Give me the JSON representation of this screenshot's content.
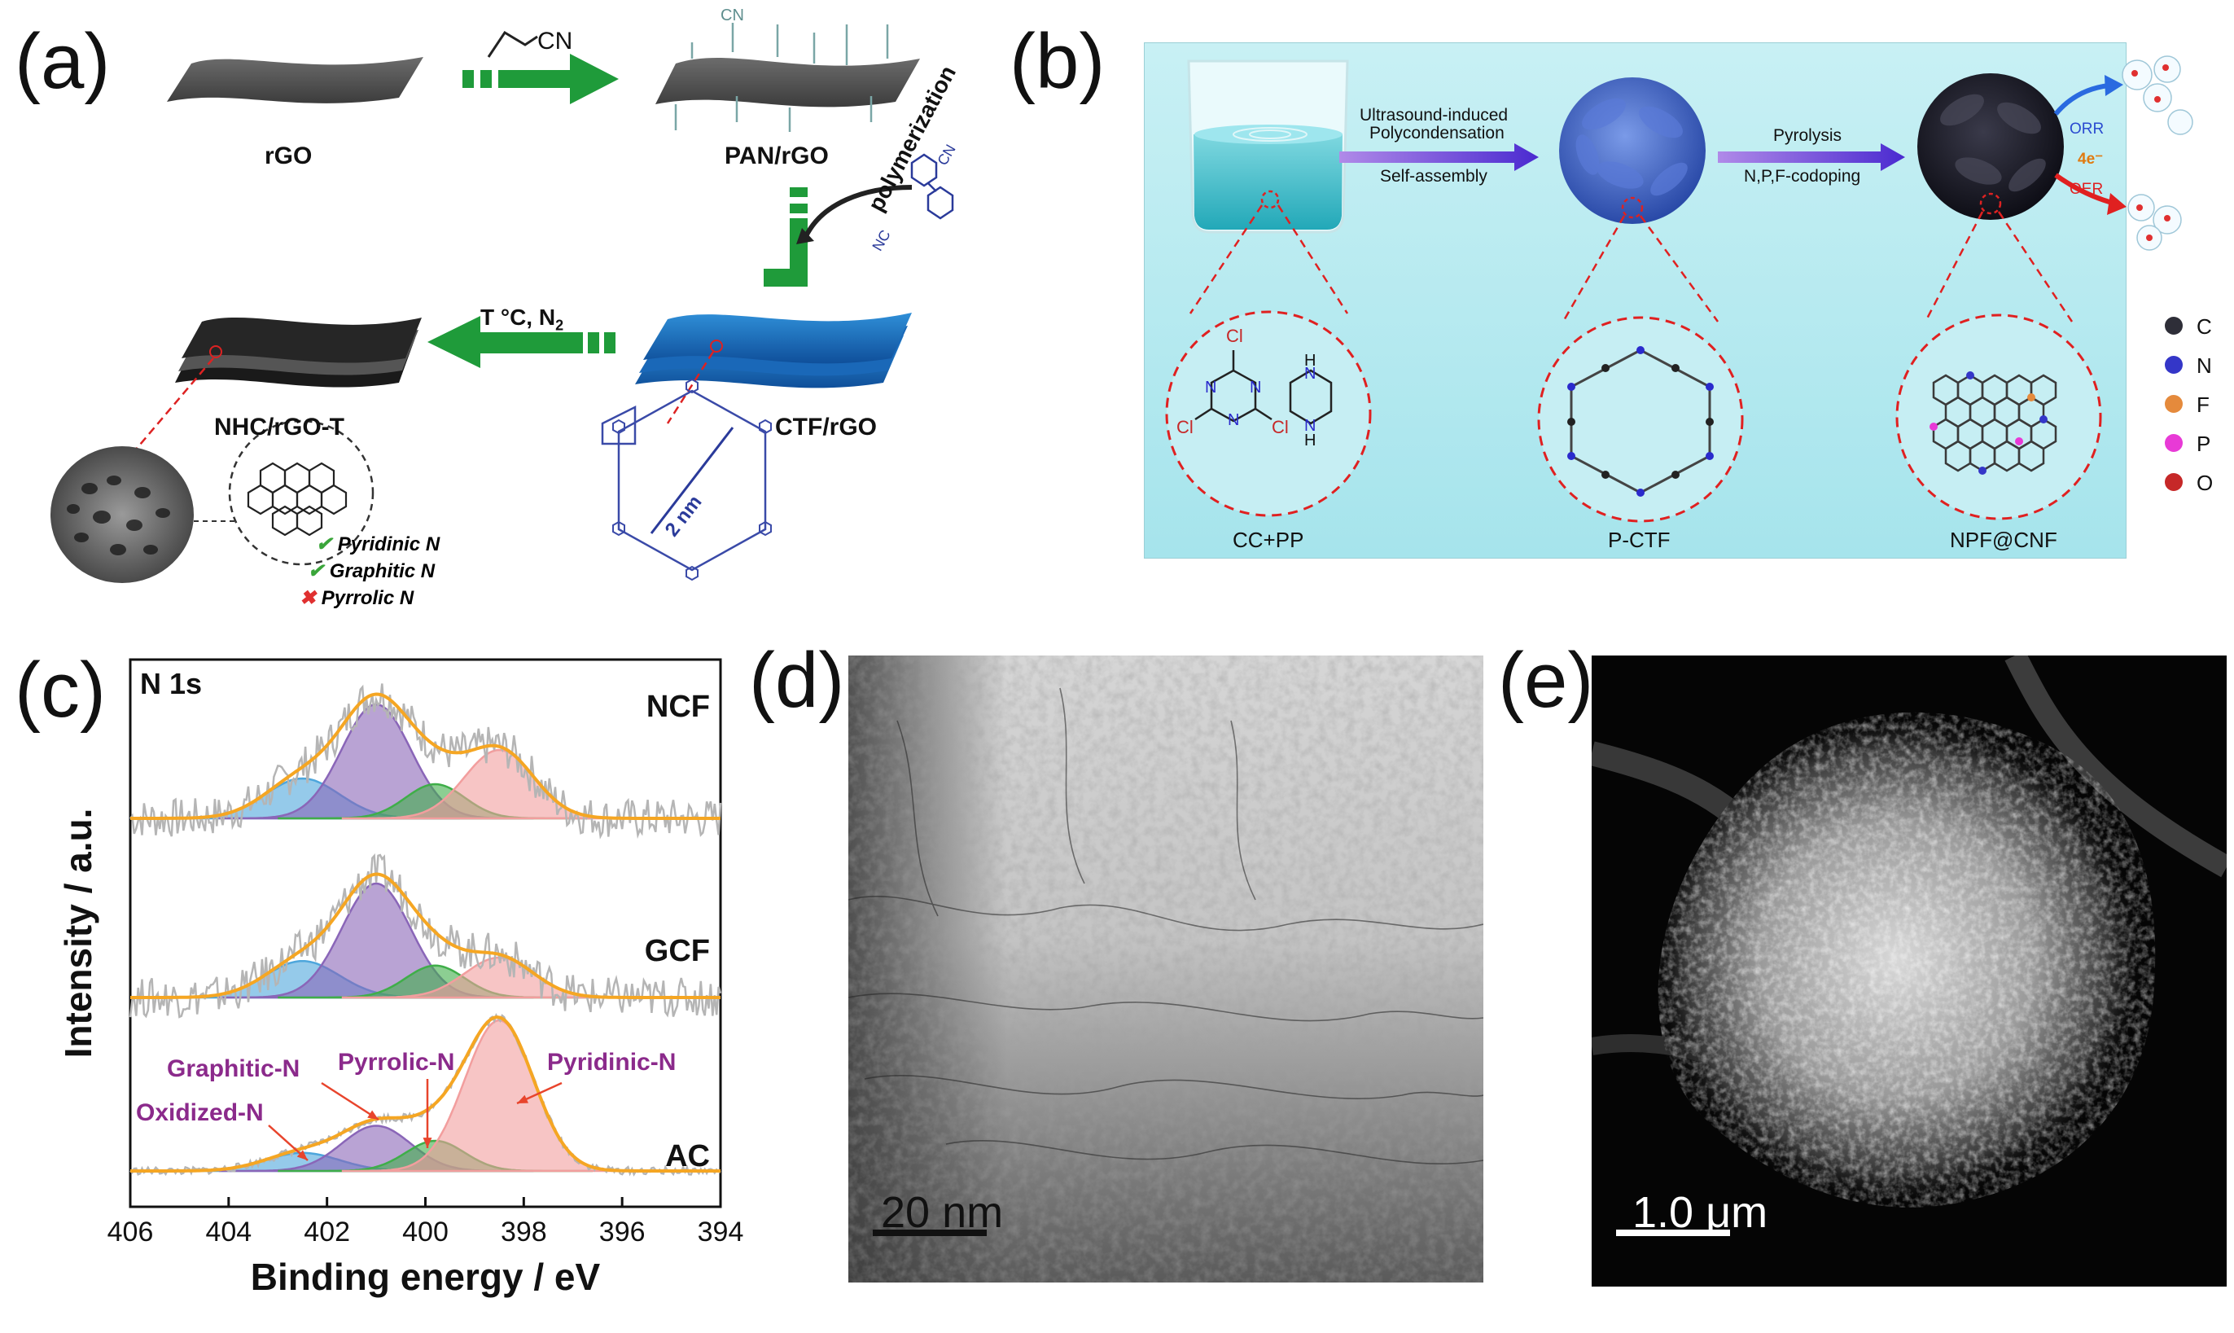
{
  "panel_a": {
    "letter": "(a)",
    "reagent_acrylonitrile": "CN",
    "label_rgo": "rGO",
    "label_pan_rgo": "PAN/rGO",
    "cn_group": "CN",
    "label_polymerization": "polymerization",
    "label_monomer_nc": "NC",
    "label_monomer_cn": "CN",
    "condition_text": "T °C,  N",
    "condition_sub": "2",
    "label_nhc": "NHC/rGO-T",
    "label_ctf": "CTF/rGO",
    "label_2nm": "2 nm",
    "legend": [
      {
        "text": "Pyridinic N",
        "mark": "✔",
        "mark_color": "#3aa53a"
      },
      {
        "text": "Graphitic N",
        "mark": "✔",
        "mark_color": "#3aa53a"
      },
      {
        "text": "Pyrrolic N",
        "mark": "✖",
        "mark_color": "#e03030"
      }
    ]
  },
  "panel_b": {
    "letter": "(b)",
    "step1_line1": "Ultrasound-induced",
    "step1_line2": "Polycondensation",
    "step1_line3": "Self-assembly",
    "step2_line1": "Pyrolysis",
    "step2_line2": "N,P,F-codoping",
    "orr": "ORR",
    "electrons": "4e⁻",
    "oer": "OER",
    "cl": "Cl",
    "n_atom": "N",
    "h_atom": "H",
    "label_ccpp": "CC+PP",
    "label_pctf": "P-CTF",
    "label_npf": "NPF@CNF",
    "elements": [
      {
        "symbol": "C",
        "color": "#2e2e38"
      },
      {
        "symbol": "N",
        "color": "#3436c8"
      },
      {
        "symbol": "F",
        "color": "#e58a3c"
      },
      {
        "symbol": "P",
        "color": "#e83ad6"
      },
      {
        "symbol": "O",
        "color": "#c62828"
      }
    ]
  },
  "panel_c": {
    "letter": "(c)",
    "chart_data": {
      "type": "area",
      "title": "N 1s",
      "xlabel": "Binding energy / eV",
      "ylabel": "Intensity / a.u.",
      "xlim": [
        406,
        394
      ],
      "x_reversed": true,
      "x_ticks": [
        406,
        404,
        402,
        400,
        398,
        396,
        394
      ],
      "peaks": {
        "Oxidized-N": {
          "center": 402.5,
          "color": "#4ea6dc"
        },
        "Graphitic-N": {
          "center": 401.0,
          "color": "#8a66b8"
        },
        "Pyrrolic-N": {
          "center": 399.8,
          "color": "#3fae49"
        },
        "Pyridinic-N": {
          "center": 398.5,
          "color": "#f29e9e"
        }
      },
      "series": [
        {
          "name": "NCF",
          "amplitudes": {
            "Oxidized-N": 0.35,
            "Graphitic-N": 1.0,
            "Pyrrolic-N": 0.3,
            "Pyridinic-N": 0.6
          }
        },
        {
          "name": "GCF",
          "amplitudes": {
            "Oxidized-N": 0.32,
            "Graphitic-N": 1.0,
            "Pyrrolic-N": 0.28,
            "Pyridinic-N": 0.35
          }
        },
        {
          "name": "AC",
          "amplitudes": {
            "Oxidized-N": 0.12,
            "Graphitic-N": 0.3,
            "Pyrrolic-N": 0.2,
            "Pyridinic-N": 1.0
          }
        }
      ],
      "annotations": [
        "Graphitic-N",
        "Pyrrolic-N",
        "Pyridinic-N",
        "Oxidized-N"
      ],
      "envelope_color": "#f5a623",
      "raw_color": "#b5b5b5"
    }
  },
  "panel_d": {
    "letter": "(d)",
    "scale_bar": "20 nm"
  },
  "panel_e": {
    "letter": "(e)",
    "scale_bar": "1.0 μm"
  }
}
